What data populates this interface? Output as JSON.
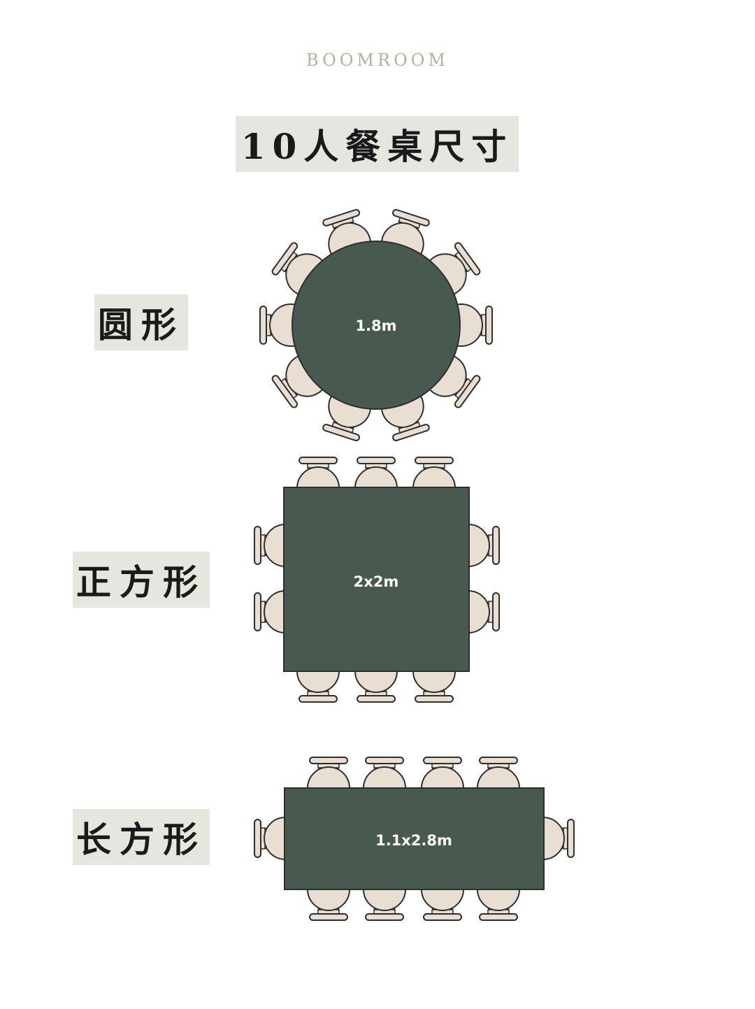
{
  "brand": "BOOMROOM",
  "title": "10人餐桌尺寸",
  "colors": {
    "table": "#485a4f",
    "chair": "#e8dfd2",
    "outline": "#2e2e2e",
    "label_bg": "#e7e5e0"
  },
  "tables": [
    {
      "label": "圆形",
      "shape": "round",
      "size": "1.8m",
      "seats": 10
    },
    {
      "label": "正方形",
      "shape": "square",
      "size": "2x2m",
      "seats": 10
    },
    {
      "label": "长方形",
      "shape": "rectangle",
      "size": "1.1x2.8m",
      "seats": 10
    }
  ]
}
